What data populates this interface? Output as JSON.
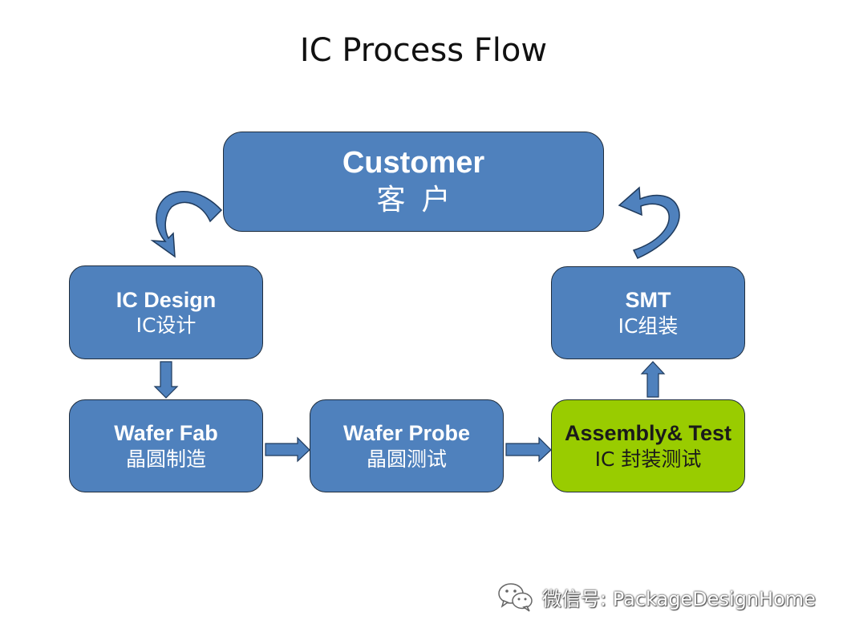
{
  "title": "IC Process Flow",
  "nodes": {
    "customer": {
      "en": "Customer",
      "zh": "客户"
    },
    "ic_design": {
      "en": "IC Design",
      "zh": "IC设计"
    },
    "smt": {
      "en": "SMT",
      "zh": "IC组装"
    },
    "wafer_fab": {
      "en": "Wafer Fab",
      "zh": "晶圆制造"
    },
    "wafer_probe": {
      "en": "Wafer Probe",
      "zh": "晶圆测试"
    },
    "assembly_test": {
      "en": "Assembly& Test",
      "zh": "IC 封装测试"
    }
  },
  "colors": {
    "node_blue": "#4f81bd",
    "node_green": "#99cc00",
    "arrow_blue": "#4f81bd",
    "arrow_curved_dark": "#3d6696"
  },
  "watermark": {
    "icon": "wechat-icon",
    "text": "微信号: PackageDesignHome"
  }
}
